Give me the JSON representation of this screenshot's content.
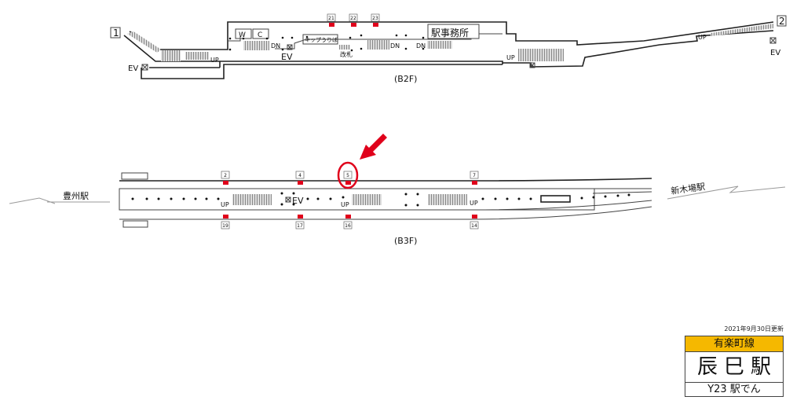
{
  "b2f": {
    "floor_label": "(B2F)",
    "exit_1": "1",
    "exit_2": "2",
    "wc_w": "W",
    "wc_c": "C",
    "ticket_sales": "キップうりば",
    "station_office": "駅事務所",
    "ticket_gate": "改札",
    "ev_labels": [
      "EV",
      "EV",
      "EV"
    ],
    "up_labels": [
      "UP",
      "UP",
      "UP"
    ],
    "dn_labels": [
      "DN",
      "DN",
      "DN"
    ],
    "car_numbers": [
      "21",
      "22",
      "23"
    ]
  },
  "b3f": {
    "floor_label": "(B3F)",
    "prev_station": "豊州駅",
    "next_station": "新木場駅",
    "ev_label": "EV",
    "up_labels": [
      "UP",
      "UP",
      "UP"
    ],
    "top_car_numbers": [
      "2",
      "4",
      "5",
      "7"
    ],
    "bottom_car_numbers": [
      "19",
      "17",
      "16",
      "14"
    ],
    "highlighted_car": "5"
  },
  "legend": {
    "updated": "2021年9月30日更新",
    "line_name": "有楽町線",
    "station_name": "辰巳駅",
    "station_code": "Y23 駅でん"
  },
  "colors": {
    "marker": "#e0001b",
    "highlight": "#e0001b",
    "line_band": "#f5b800"
  }
}
